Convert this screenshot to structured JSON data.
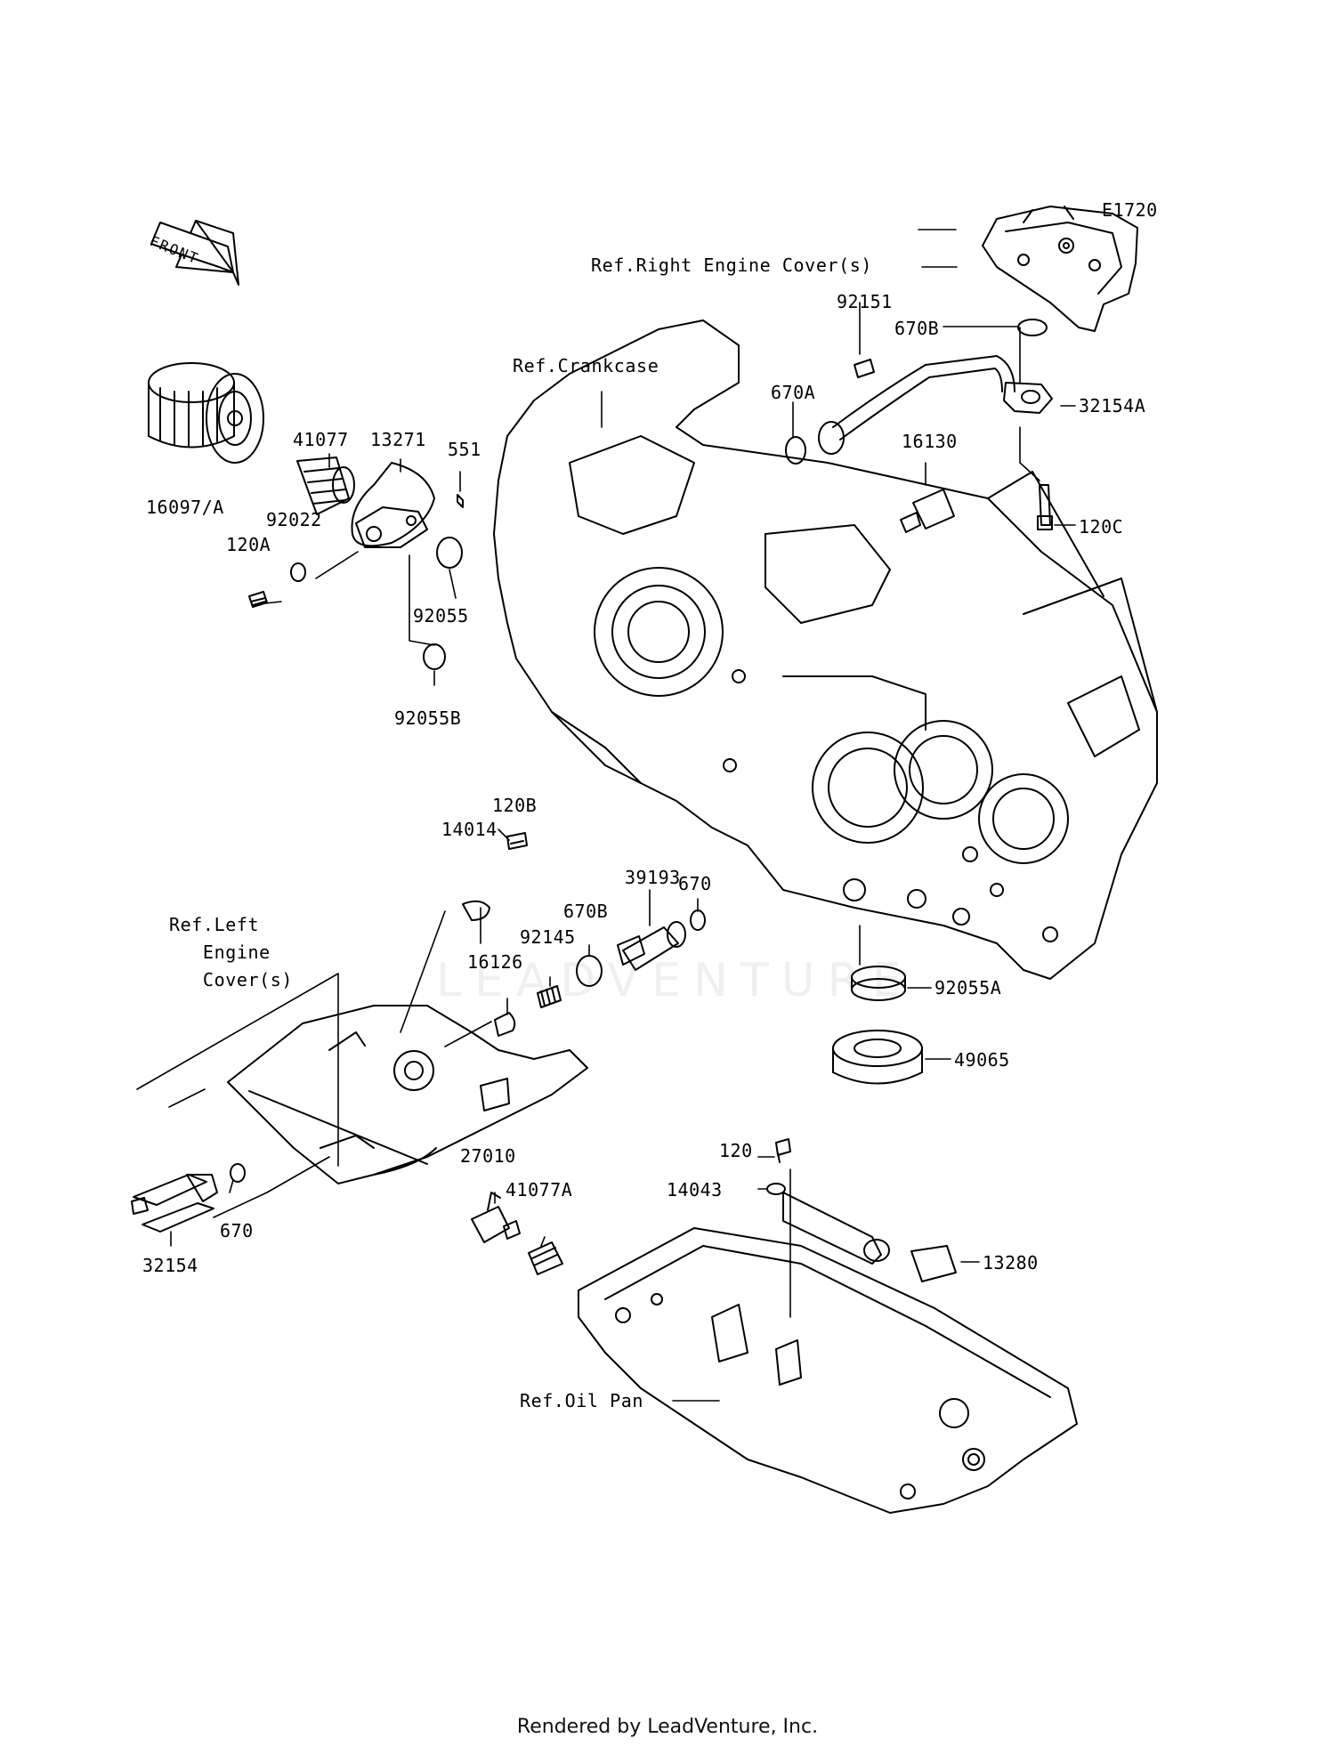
{
  "diagram_code": "E1720",
  "watermark": "LEADVENTURE",
  "front_arrow": {
    "text": "FRONT",
    "icon": "front-arrow-icon"
  },
  "references": {
    "right_engine_cover": "Ref.Right Engine Cover(s)",
    "crankcase": "Ref.Crankcase",
    "left_engine_cover": "Ref.Left\n   Engine\n   Cover(s)",
    "oil_pan": "Ref.Oil Pan"
  },
  "parts": [
    "16097/A",
    "41077",
    "13271",
    "551",
    "92022",
    "120A",
    "92055",
    "92055B",
    "92151",
    "670B",
    "670A",
    "32154A",
    "16130",
    "120C",
    "14014",
    "120B",
    "39193",
    "670",
    "670B",
    "92145",
    "16126",
    "92055A",
    "49065",
    "32154",
    "670",
    "27010",
    "41077A",
    "120",
    "14043",
    "13280"
  ],
  "footer": "Rendered by LeadVenture, Inc."
}
